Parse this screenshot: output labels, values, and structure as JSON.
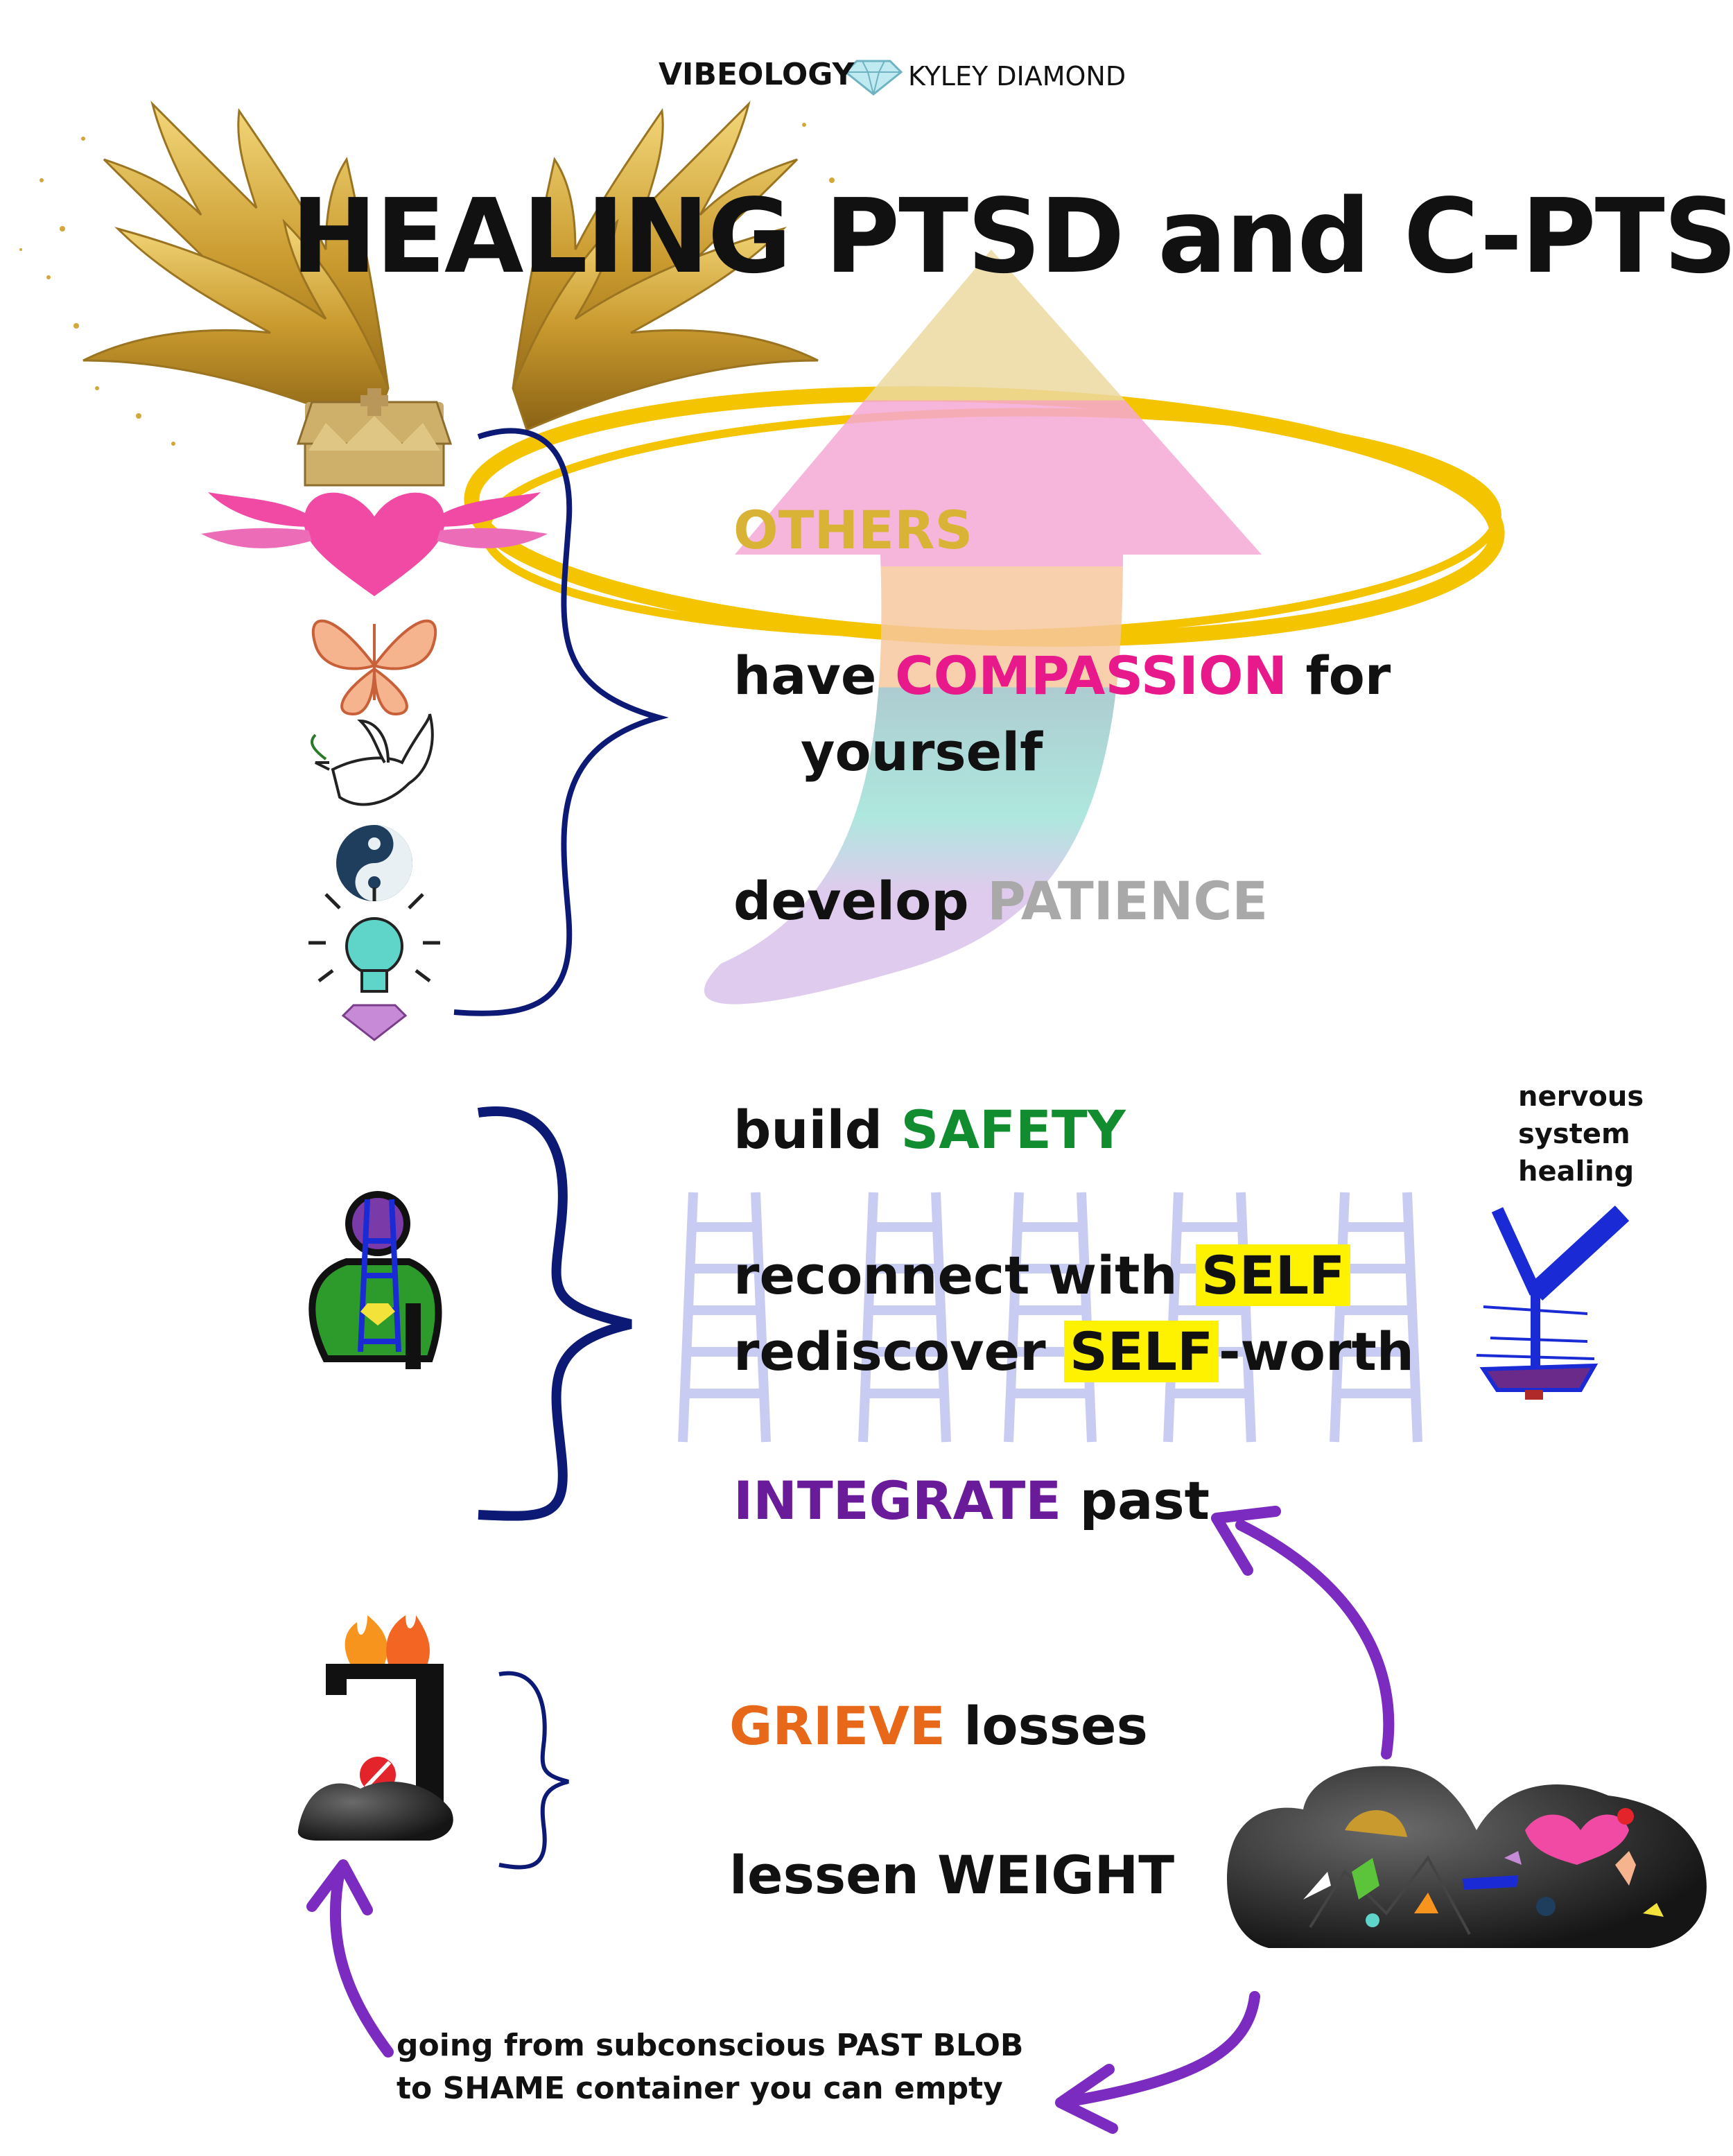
{
  "brand": {
    "left": "VIBEOLOGY",
    "right": "KYLEY DIAMOND"
  },
  "title": "HEALING PTSD and C-PTSD",
  "sections": {
    "top": {
      "others": "OTHERS",
      "compassion": {
        "pre": "have ",
        "key": "COMPASSION",
        "post": " for",
        "line2": "yourself"
      },
      "patience": {
        "pre": "develop ",
        "key": "PATIENCE"
      }
    },
    "middle": {
      "safety": {
        "pre": "build ",
        "key": "SAFETY"
      },
      "reconnect": {
        "pre": "reconnect with ",
        "key": "SELF"
      },
      "rediscover": {
        "pre": "rediscover ",
        "key": "SELF",
        "post": "-worth"
      },
      "integrate": {
        "key": "INTEGRATE",
        "post": " past"
      },
      "side_note": {
        "line1": "nervous",
        "line2": "system",
        "line3": "healing"
      }
    },
    "bottom": {
      "grieve": {
        "key": "GRIEVE",
        "post": " losses"
      },
      "weight": "lessen WEIGHT",
      "caption": {
        "line1": "going from subconscious PAST BLOB",
        "line2": "to SHAME container you can empty"
      }
    }
  },
  "colors": {
    "others": "#d9b336",
    "compassion": "#e8198b",
    "patience": "#a9a9a9",
    "safety": "#118c2e",
    "highlight": "#fff200",
    "integrate": "#6a1b9a",
    "grieve": "#e8681a",
    "brace": "#0d1a75",
    "halo": "#f5c400",
    "ladder": "#c9ccf2",
    "arrow_purple": "#7b2bbf",
    "nervous_blue": "#1a2bd6"
  },
  "icons": [
    "angel-wings-icon",
    "crown-icon",
    "winged-heart-icon",
    "butterfly-icon",
    "dove-icon",
    "yin-yang-icon",
    "lightbulb-icon",
    "diamond-icon",
    "person-with-ladder-icon",
    "shame-container-fire-icon",
    "coal-pile-icon",
    "nervous-system-icon",
    "ladder-icon",
    "rainbow-arrow-icon",
    "halo-icon"
  ]
}
